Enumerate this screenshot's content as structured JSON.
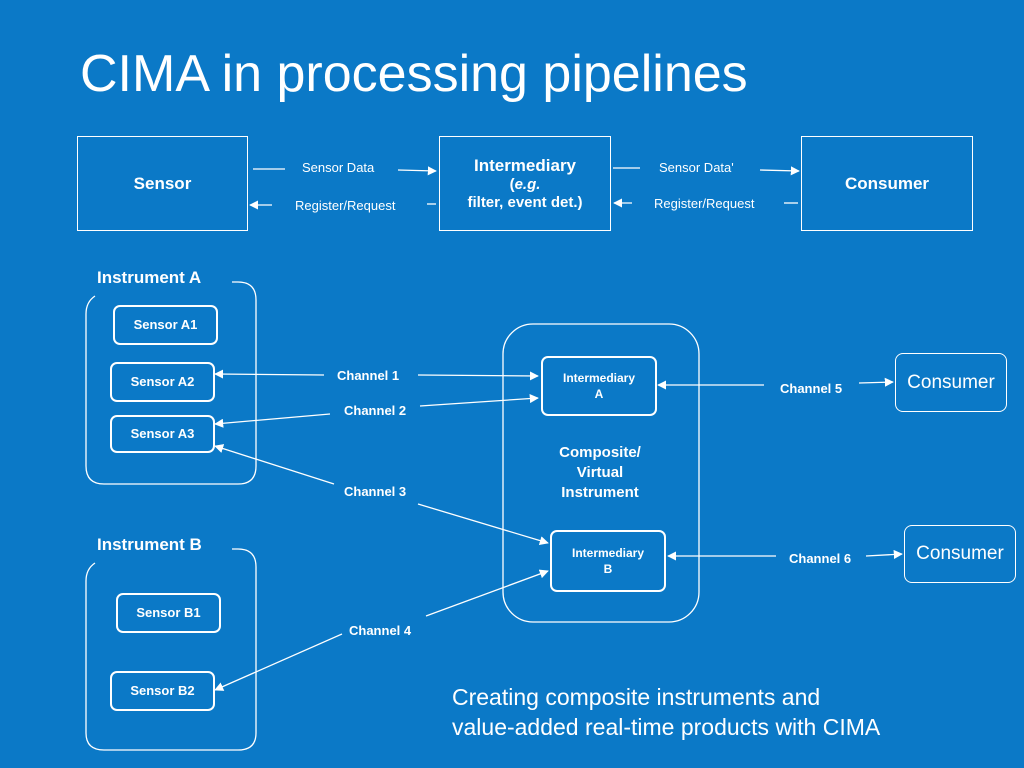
{
  "title": "CIMA in processing pipelines",
  "pipeline": {
    "sensor_label": "Sensor",
    "intermediary_label": "Intermediary",
    "intermediary_eg_open": "(",
    "intermediary_eg": "e.g.",
    "intermediary_examples": "filter, event det.)",
    "consumer_label": "Consumer",
    "sensor_data_label": "Sensor Data",
    "sensor_data_prime_label": "Sensor Data'",
    "register_request_left": "Register/Request",
    "register_request_right": "Register/Request"
  },
  "instrument_a": {
    "label": "Instrument A",
    "sensors": [
      "Sensor A1",
      "Sensor A2",
      "Sensor A3"
    ]
  },
  "instrument_b": {
    "label": "Instrument B",
    "sensors": [
      "Sensor B1",
      "Sensor B2"
    ]
  },
  "composite": {
    "label_line1": "Composite/",
    "label_line2": "Virtual",
    "label_line3": "Instrument",
    "intermediary_a_line1": "Intermediary",
    "intermediary_a_line2": "A",
    "intermediary_b_line1": "Intermediary",
    "intermediary_b_line2": "B"
  },
  "channels": [
    "Channel 1",
    "Channel 2",
    "Channel 3",
    "Channel 4",
    "Channel 5",
    "Channel 6"
  ],
  "consumers": [
    "Consumer",
    "Consumer"
  ],
  "caption": {
    "line1": "Creating composite instruments and",
    "line2": "value-added real-time products with CIMA"
  },
  "colors": {
    "background": "#0b79c7",
    "foreground": "#ffffff"
  }
}
